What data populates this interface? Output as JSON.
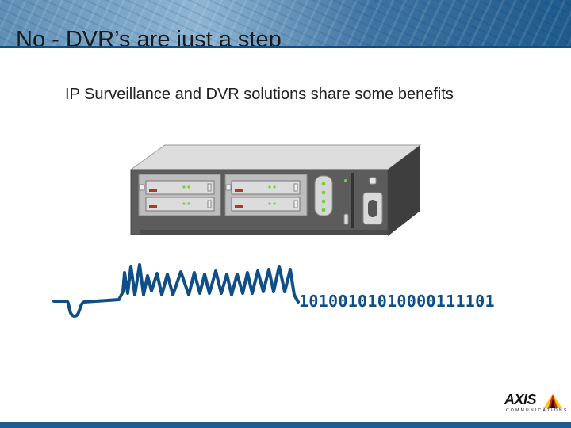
{
  "slide": {
    "title": "No - DVR’s are just a step",
    "subtitle": "IP Surveillance and DVR solutions share some benefits",
    "binary_stream": "10100101010000111101"
  },
  "logo": {
    "name": "AXIS",
    "tagline": "COMMUNICATIONS"
  },
  "colors": {
    "banner": "#3f74a2",
    "accent": "#0f4f86",
    "device_body": "#5c5c5c",
    "led": "#6fd23a"
  }
}
